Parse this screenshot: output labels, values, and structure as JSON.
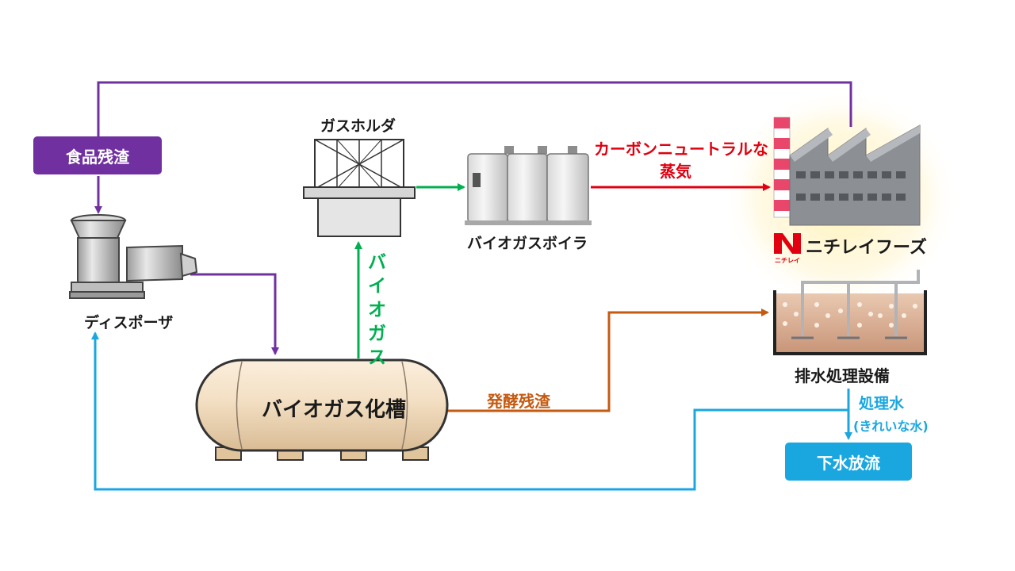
{
  "colors": {
    "purple": "#7030a0",
    "green": "#00b050",
    "red": "#e00010",
    "orange": "#c55a11",
    "cyan": "#1aa7e0",
    "tank": "#f2dfc4",
    "black": "#1a1a1a"
  },
  "labels": {
    "food_residue": "食品残渣",
    "disposer": "ディスポーザ",
    "gas_holder": "ガスホルダ",
    "biogas_boiler": "バイオガスボイラ",
    "steam_line1": "カーボンニュートラルな",
    "steam_line2": "蒸気",
    "biogas_vertical": [
      "バ",
      "イ",
      "オ",
      "ガ",
      "ス"
    ],
    "digester_tank": "バイオガス化槽",
    "digestate": "発酵残渣",
    "company_logo_text": "ニチレイフーズ",
    "company_logo_sub": "ニチレイ",
    "wastewater_facility": "排水処理設備",
    "treated_water": "処理水",
    "treated_water_note": "(きれいな水)",
    "sewer_discharge": "下水放流"
  }
}
